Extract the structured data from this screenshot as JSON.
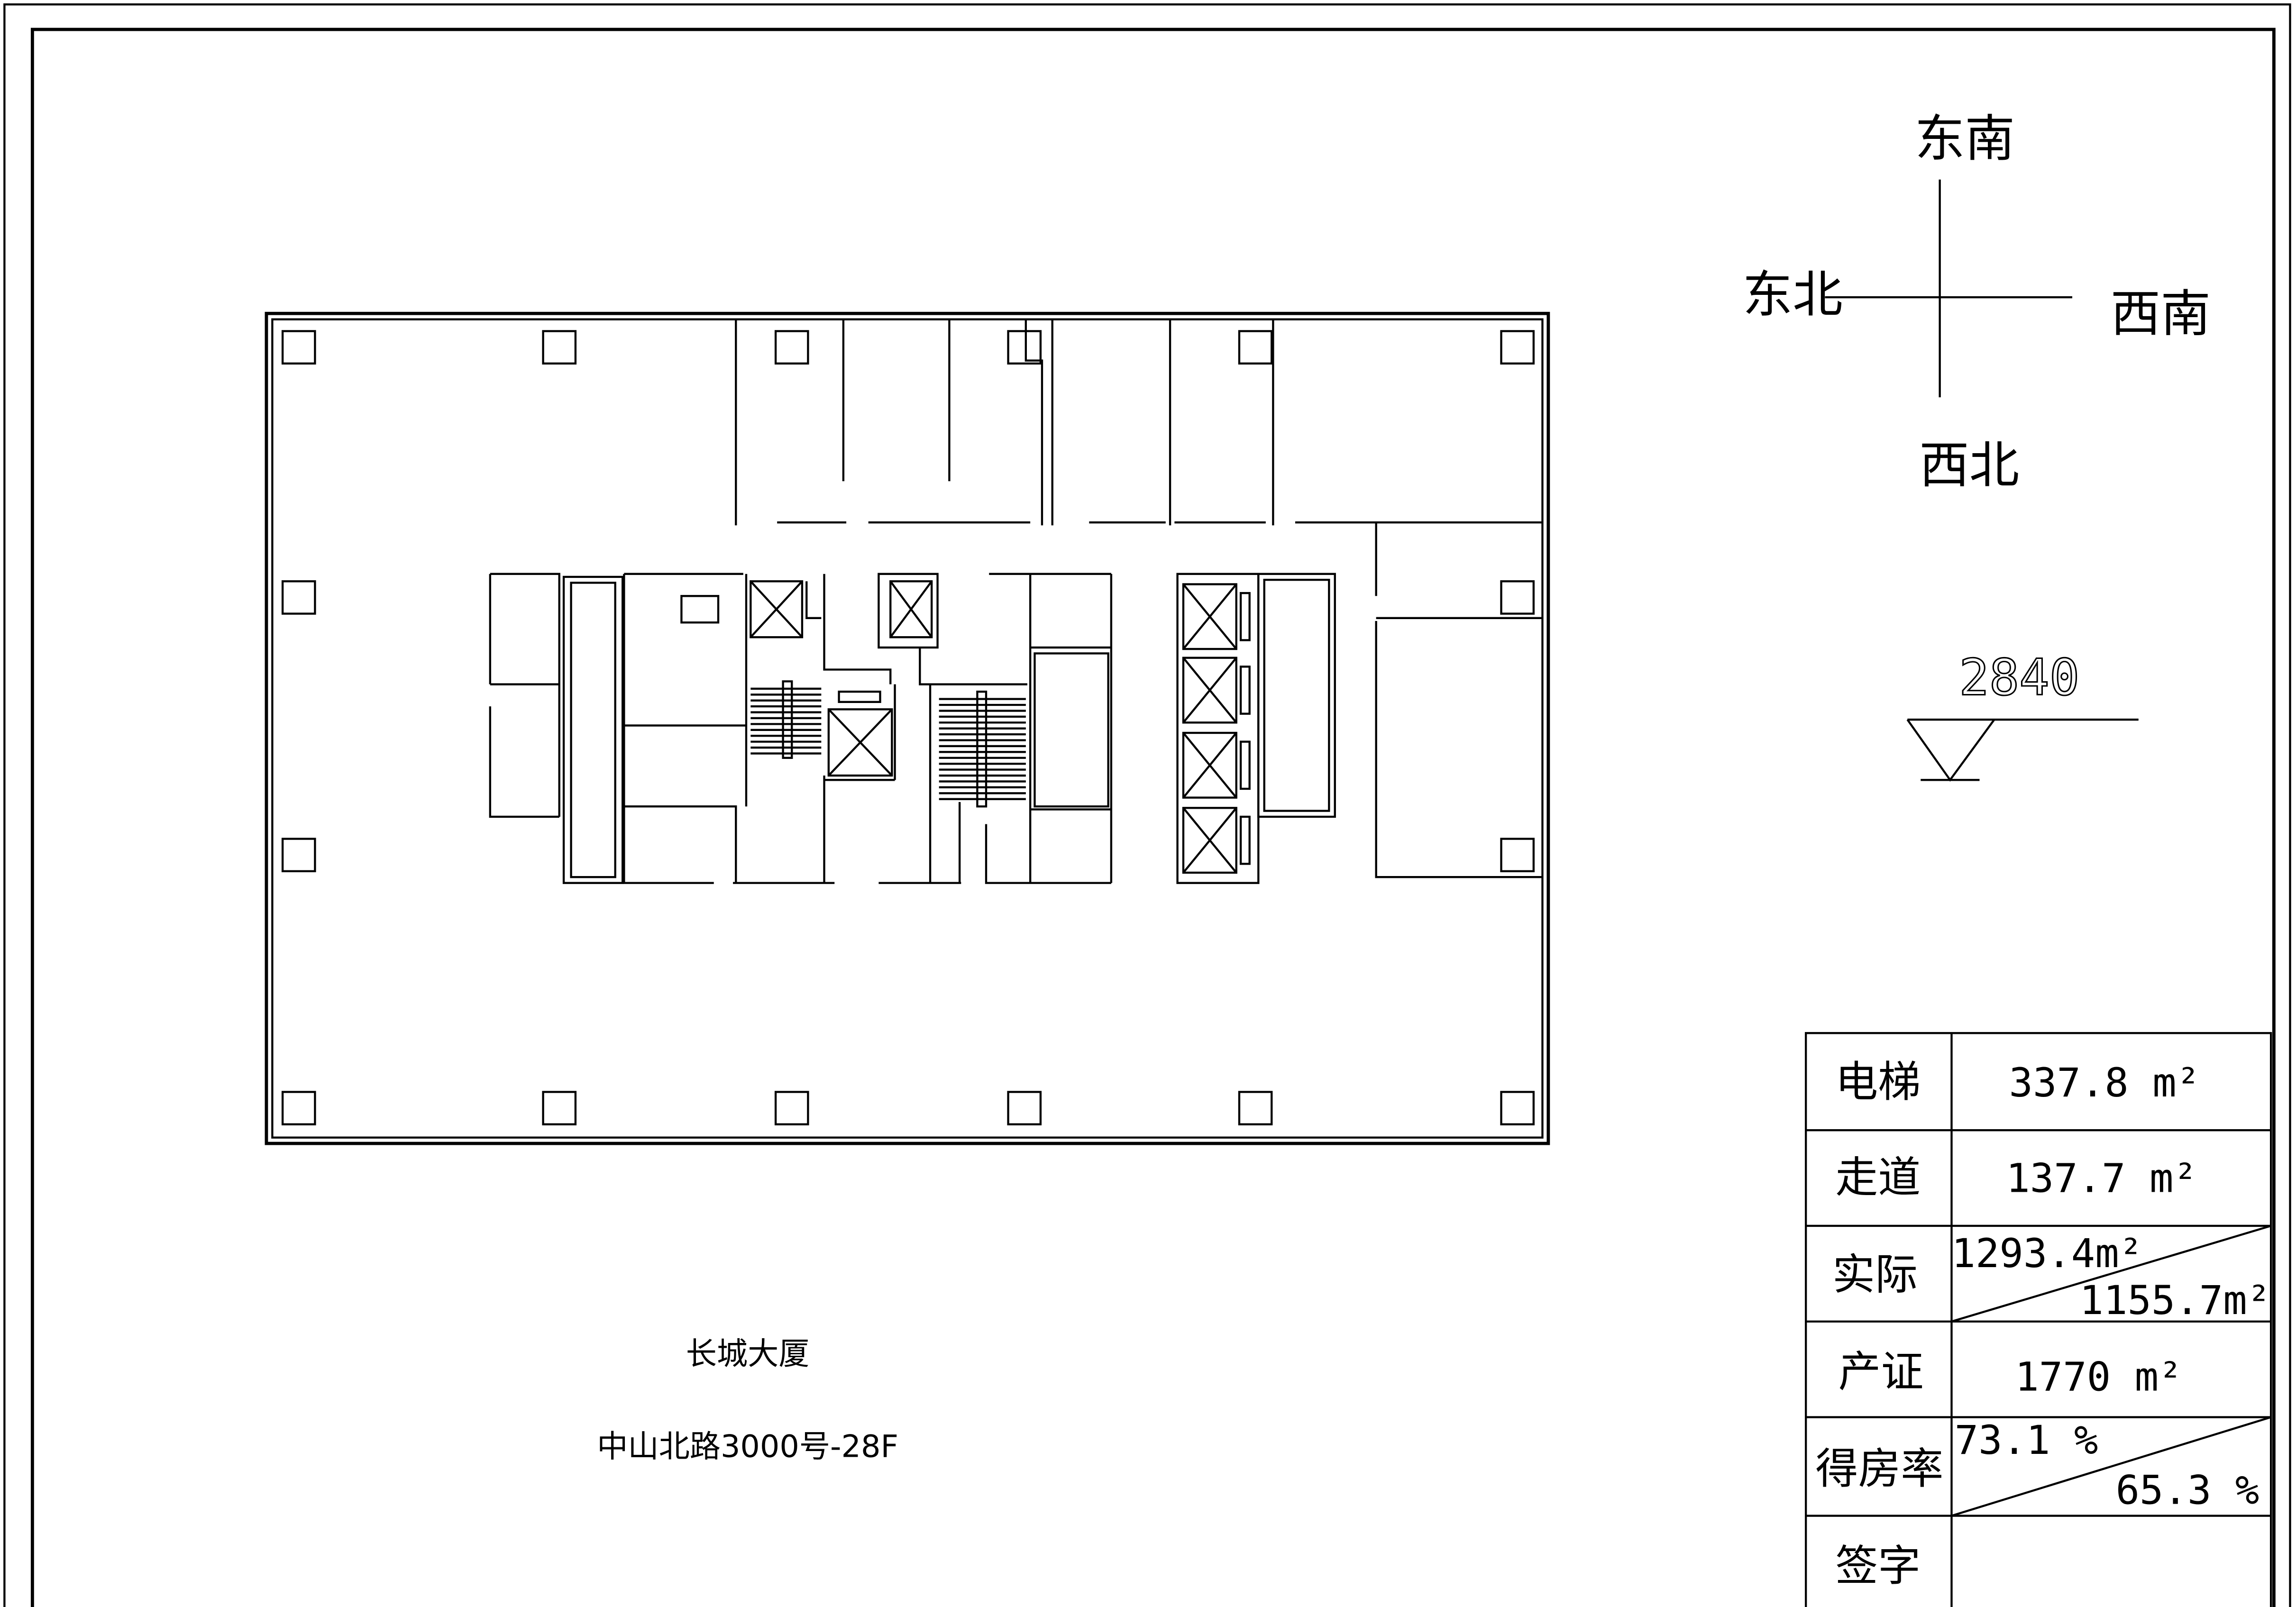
{
  "drawing": {
    "building_name": "长城大厦",
    "address": "中山北路3000号-28F"
  },
  "compass": {
    "top": "东南",
    "left": "东北",
    "right": "西南",
    "bottom": "西北"
  },
  "elevation": {
    "value": "2840"
  },
  "area_table": {
    "rows": [
      {
        "label": "电梯",
        "value": "337.8 m²"
      },
      {
        "label": "走道",
        "value": "137.7 m²"
      },
      {
        "label": "实际",
        "value_upper": "1293.4m²",
        "value_lower": "1155.7m²"
      },
      {
        "label": "产证",
        "value": "1770 m²"
      },
      {
        "label": "得房率",
        "value_upper": "73.1 %",
        "value_lower": "65.3 %"
      },
      {
        "label": "签字",
        "value": ""
      }
    ]
  }
}
